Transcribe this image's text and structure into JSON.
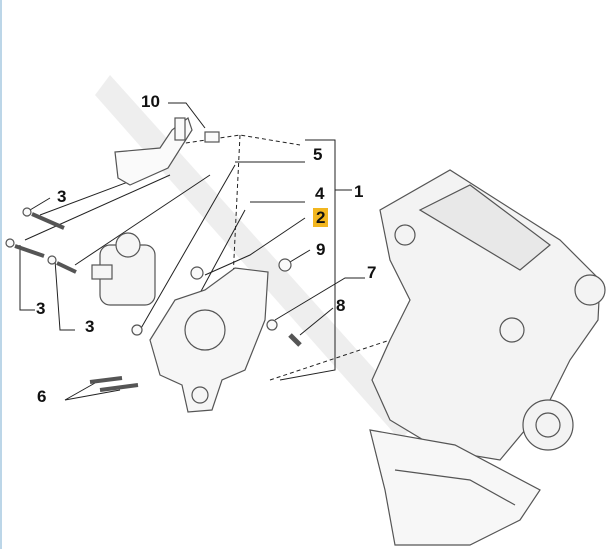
{
  "callouts": [
    {
      "id": "10",
      "highlighted": false
    },
    {
      "id": "5",
      "highlighted": false
    },
    {
      "id": "4",
      "highlighted": false
    },
    {
      "id": "1",
      "highlighted": false
    },
    {
      "id": "2",
      "highlighted": true
    },
    {
      "id": "9",
      "highlighted": false
    },
    {
      "id": "3",
      "highlighted": false
    },
    {
      "id": "3",
      "highlighted": false
    },
    {
      "id": "3",
      "highlighted": false
    },
    {
      "id": "7",
      "highlighted": false
    },
    {
      "id": "8",
      "highlighted": false
    },
    {
      "id": "6",
      "highlighted": false
    }
  ],
  "colors": {
    "highlight": "#f2b61f",
    "line": "#222222",
    "part": "#555555",
    "watermark": "#d8d8d8"
  }
}
